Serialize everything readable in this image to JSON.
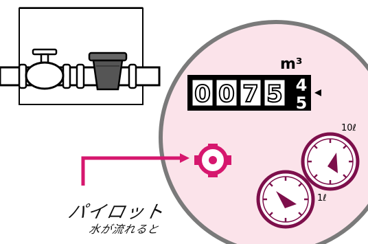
{
  "meter": {
    "unit": "m³",
    "digits": [
      "0",
      "0",
      "7",
      "5"
    ],
    "partial_digit_top": "4",
    "partial_digit_bottom": "5",
    "dial_10l_label": "10ℓ",
    "dial_1l_label": "1ℓ"
  },
  "annotation": {
    "pilot_label": "パイロット",
    "flow_label": "水が流れると"
  },
  "colors": {
    "dial_face": "#fbe3ea",
    "dial_ring": "#7a7a7a",
    "accent": "#d6176e",
    "dial_color": "#7d0f4b"
  }
}
